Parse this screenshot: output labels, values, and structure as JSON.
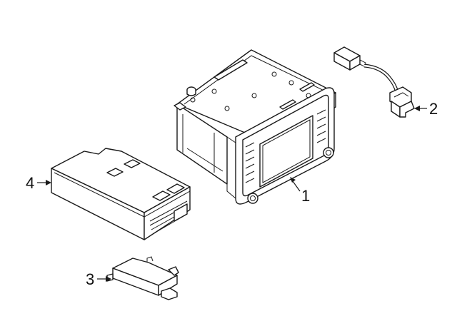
{
  "callouts": {
    "head_unit": "1",
    "connector": "2",
    "bracket": "3",
    "module": "4"
  },
  "colors": {
    "line": "#1a1a1a",
    "background": "#ffffff"
  }
}
